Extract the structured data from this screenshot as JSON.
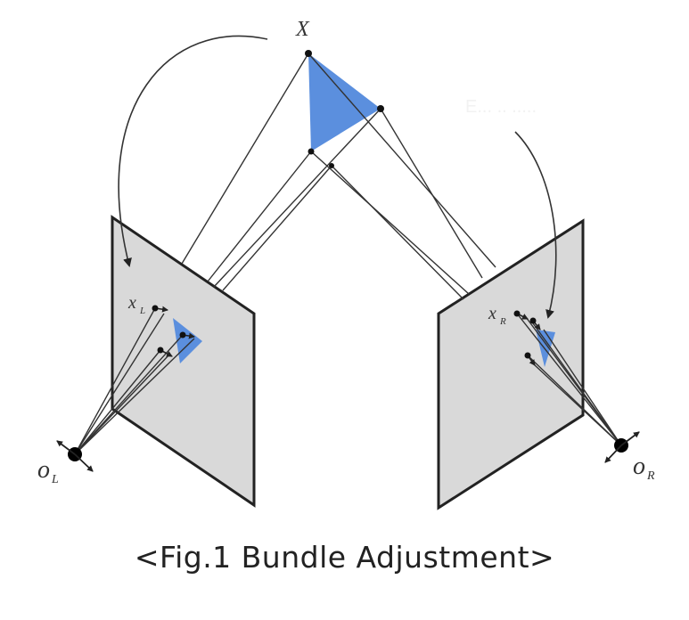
{
  "labels": {
    "world_point": "X⃗",
    "left_image_point": "x⃗",
    "left_image_point_sub": "L",
    "right_image_point": "x⃗",
    "right_image_point_sub": "R",
    "left_camera": "o",
    "left_camera_sub": "L",
    "right_camera": "o",
    "right_camera_sub": "R",
    "faint_text": "E... .. ....."
  },
  "caption": "<Fig.1 Bundle Adjustment>",
  "colors": {
    "triangle_fill": "#5b8fde",
    "plane_fill": "#d9d9d9",
    "line": "#333333",
    "background": "#ffffff"
  }
}
